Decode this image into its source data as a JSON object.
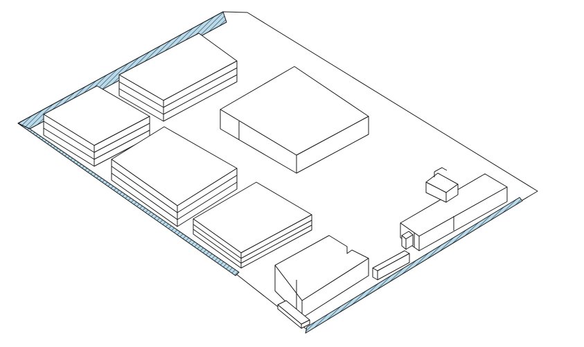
{
  "drawing": {
    "kind": "isometric site plan",
    "labels": [],
    "colors": {
      "line": "#1a1a1a",
      "fill": "#ffffff",
      "hatch_background": "#bfd9e6",
      "hatch_stripe": "#4a7e98"
    },
    "buildings": [
      {
        "name": "top-left-stacked-building",
        "storeys": 3
      },
      {
        "name": "left-stacked-building",
        "storeys": 3
      },
      {
        "name": "middle-stacked-building",
        "storeys": 3
      },
      {
        "name": "lower-stacked-building",
        "storeys": 3
      },
      {
        "name": "central-block",
        "storeys": 1
      },
      {
        "name": "front-l-shaped-building",
        "storeys": 1
      },
      {
        "name": "right-wing-building",
        "storeys": 1
      }
    ]
  }
}
